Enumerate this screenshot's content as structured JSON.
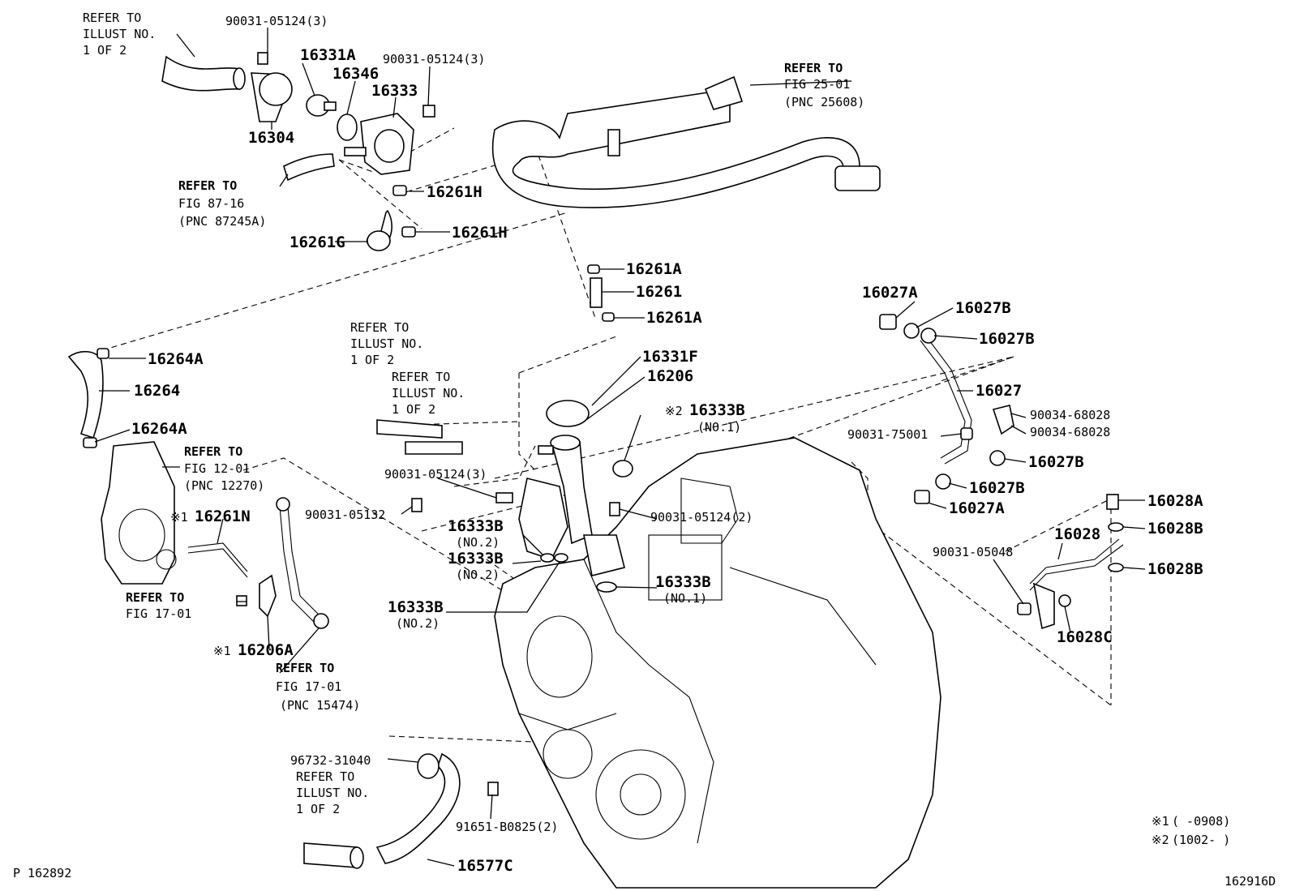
{
  "refs": {
    "illust_1of2_top": [
      "REFER TO",
      "ILLUST NO.",
      "1 OF 2"
    ],
    "fig_25_01": [
      "REFER TO",
      "FIG 25-01",
      "(PNC 25608)"
    ],
    "fig_87_16": [
      "REFER TO",
      "FIG 87-16",
      "(PNC 87245A)"
    ],
    "illust_1of2_mid_a": [
      "REFER TO",
      "ILLUST NO.",
      "1 OF 2"
    ],
    "illust_1of2_mid_b": [
      "REFER TO",
      "ILLUST NO.",
      "1 OF 2"
    ],
    "fig_12_01": [
      "REFER TO",
      "FIG 12-01",
      "(PNC 12270)"
    ],
    "fig_17_01_a": [
      "REFER TO",
      "FIG 17-01"
    ],
    "fig_17_01_b": [
      "REFER TO",
      "FIG 17-01",
      "(PNC 15474)"
    ],
    "illust_1of2_bottom": [
      "REFER TO",
      "ILLUST NO.",
      "1 OF 2"
    ]
  },
  "parts": {
    "p90031_05124_3_a": "90031-05124(3)",
    "p16331A": "16331A",
    "p16346": "16346",
    "p16333": "16333",
    "p90031_05124_3_b": "90031-05124(3)",
    "p16304": "16304",
    "p16261H_a": "16261H",
    "p16261H_b": "16261H",
    "p16261G": "16261G",
    "p16261A_a": "16261A",
    "p16261": "16261",
    "p16261A_b": "16261A",
    "p16264A_a": "16264A",
    "p16264": "16264",
    "p16264A_b": "16264A",
    "p16331F": "16331F",
    "p16206": "16206",
    "p16333B_no1_a": "16333B",
    "p_no1_a": "(NO.1)",
    "p90031_05124_3_c": "90031-05124(3)",
    "p90031_05132": "90031-05132",
    "p16261N": "16261N",
    "p16333B_no2_a": "16333B",
    "p_no2_a": "(NO.2)",
    "p16333B_no2_b": "16333B",
    "p_no2_b": "(NO.2)",
    "p90031_05124_2": "90031-05124(2)",
    "p16333B_no1_b": "16333B",
    "p_no1_b": "(NO.1)",
    "p16333B_no2_c": "16333B",
    "p_no2_c": "(NO.2)",
    "p16206A": "16206A",
    "p16027A_a": "16027A",
    "p16027B_a": "16027B",
    "p16027B_b": "16027B",
    "p16027": "16027",
    "p90034_68028_a": "90034-68028",
    "p90031_75001": "90031-75001",
    "p90034_68028_b": "90034-68028",
    "p16027B_c": "16027B",
    "p16027B_d": "16027B",
    "p16027A_b": "16027A",
    "p16028A": "16028A",
    "p16028": "16028",
    "p16028B_a": "16028B",
    "p90031_05048": "90031-05048",
    "p16028B_b": "16028B",
    "p16028C": "16028C",
    "p96732_31040": "96732-31040",
    "p91651_B0825": "91651-B0825(2)",
    "p16577C": "16577C"
  },
  "marks": {
    "m2": "※2",
    "m1_a": "※1",
    "m1_b": "※1"
  },
  "legend": {
    "line1_mark": "※1",
    "line1_text": "(      -0908)",
    "line2_mark": "※2",
    "line2_text": "(1002-      )"
  },
  "footer": {
    "page_code": "P 162892",
    "figure_code": "162916D"
  }
}
